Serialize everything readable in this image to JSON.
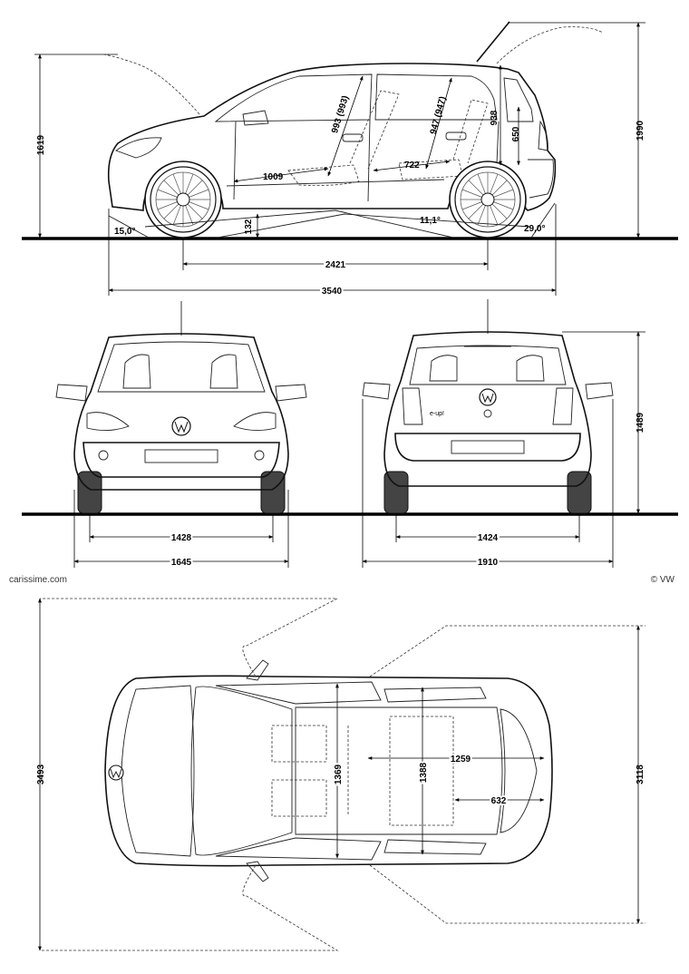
{
  "side_view": {
    "labels": {
      "height": "1619",
      "height_open_tailgate": "1990",
      "wheelbase": "2421",
      "length": "3540",
      "ground_clearance": "132",
      "approach_angle": "15,0°",
      "departure_angle": "29,0°",
      "ramp_angle": "11,1°",
      "front_legroom": "1009",
      "rear_legroom": "722",
      "front_headroom": "993 (993)",
      "rear_headroom": "947 (947)",
      "tailgate_opening_height": "938",
      "loading_sill_height": "650"
    }
  },
  "front_view": {
    "labels": {
      "front_track": "1428",
      "width": "1645"
    }
  },
  "rear_view": {
    "labels": {
      "rear_track": "1424",
      "width_with_mirrors": "1910",
      "height": "1489",
      "badge": "e-up!"
    }
  },
  "top_view": {
    "labels": {
      "length_doors_open": "3493",
      "interior_length": "1259",
      "front_interior_width": "1369",
      "rear_interior_width": "1388",
      "trunk_length": "632",
      "length_tailgate_open": "3118"
    }
  },
  "credits": {
    "left": "carissime.com",
    "right": "© VW"
  }
}
